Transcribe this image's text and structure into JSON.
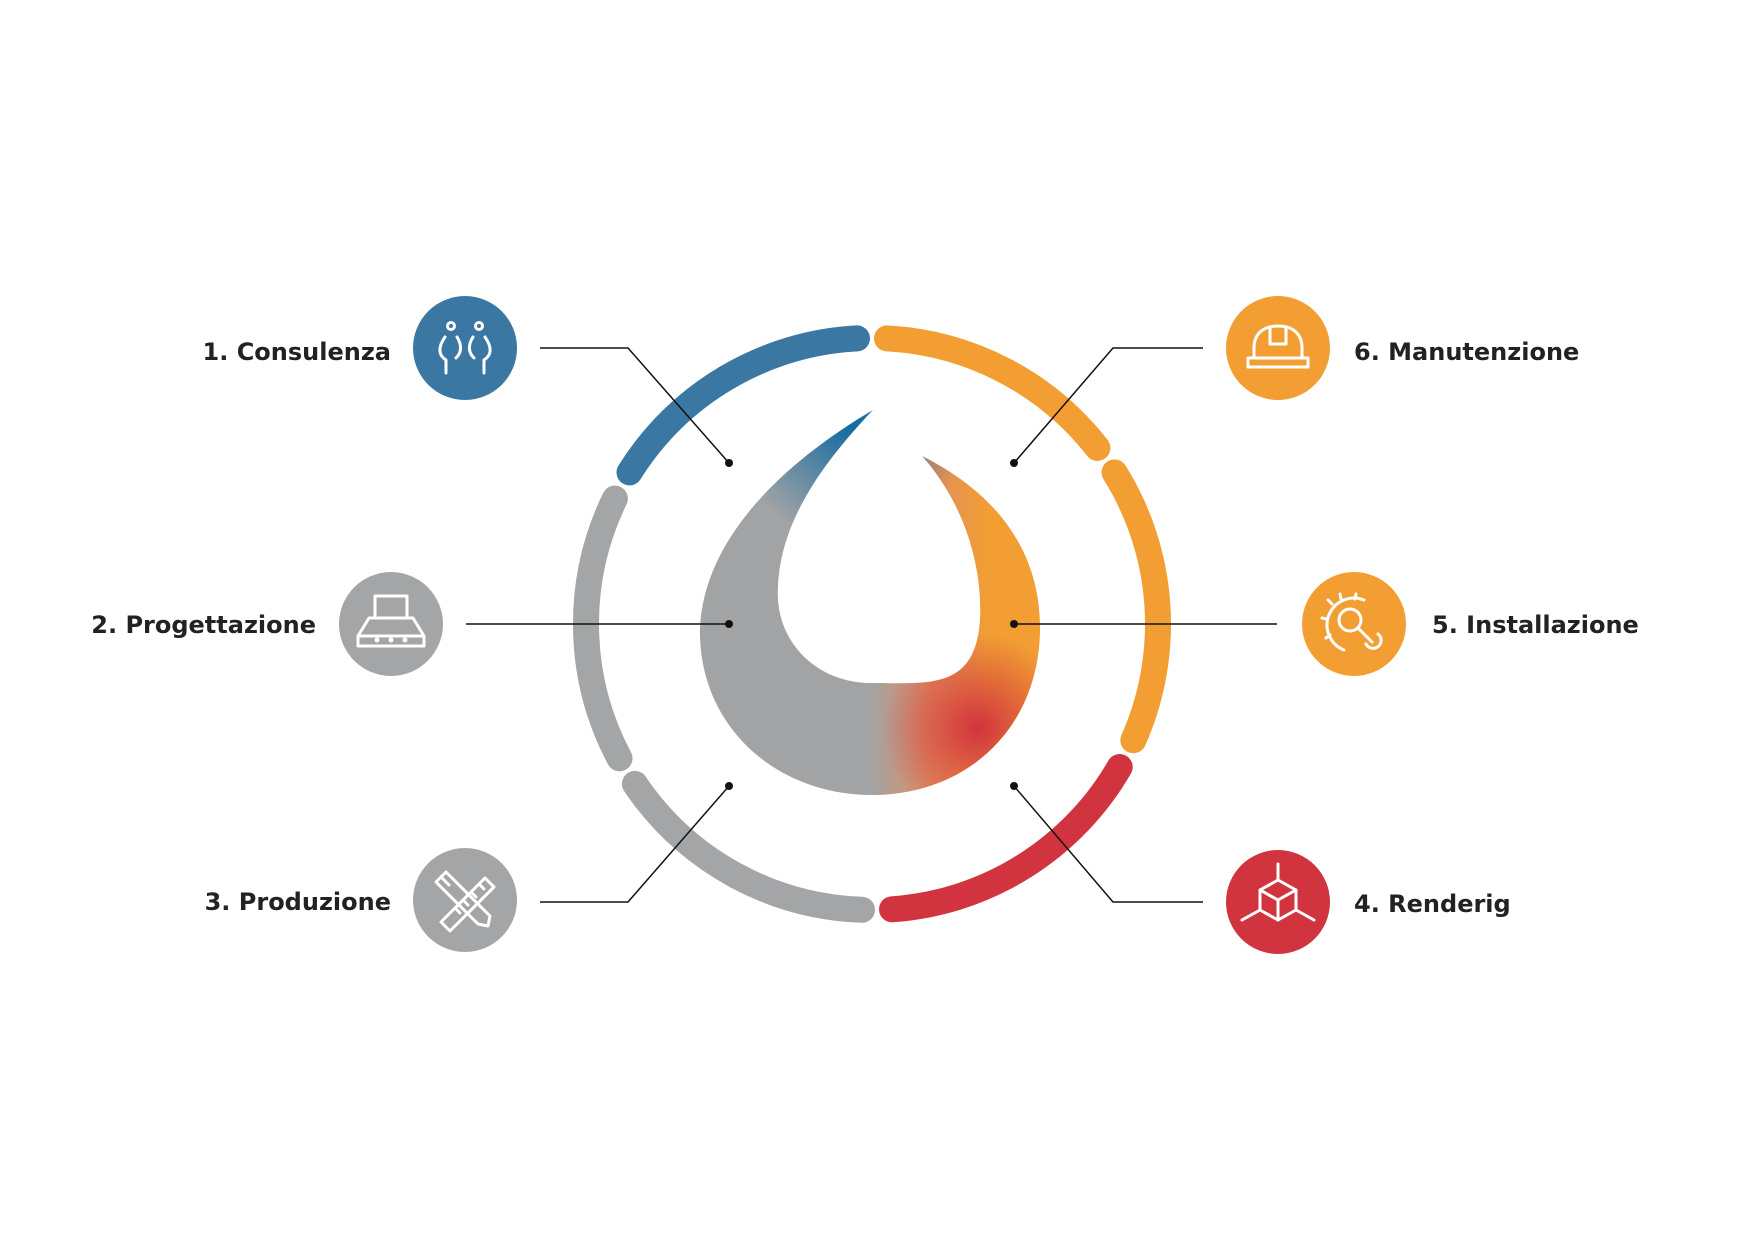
{
  "colors": {
    "blue": "#3a77a3",
    "gray": "#a3a5a7",
    "orange": "#f29e33",
    "red": "#d1343e",
    "text": "#222222",
    "connector": "#111111"
  },
  "steps": [
    {
      "id": "step-1",
      "label": "1. Consulenza",
      "color": "#3a77a3",
      "icon": "people-icon"
    },
    {
      "id": "step-2",
      "label": "2. Progettazione",
      "color": "#a3a5a7",
      "icon": "computer-icon"
    },
    {
      "id": "step-3",
      "label": "3. Produzione",
      "color": "#a3a5a7",
      "icon": "ruler-pencil-icon"
    },
    {
      "id": "step-4",
      "label": "4. Renderig",
      "color": "#d1343e",
      "icon": "cube-icon"
    },
    {
      "id": "step-5",
      "label": "5. Installazione",
      "color": "#f29e33",
      "icon": "gear-wrench-icon"
    },
    {
      "id": "step-6",
      "label": "6. Manutenzione",
      "color": "#f29e33",
      "icon": "hard-hat-icon"
    }
  ],
  "center_logo": {
    "icon": "drop-swirl-logo"
  }
}
